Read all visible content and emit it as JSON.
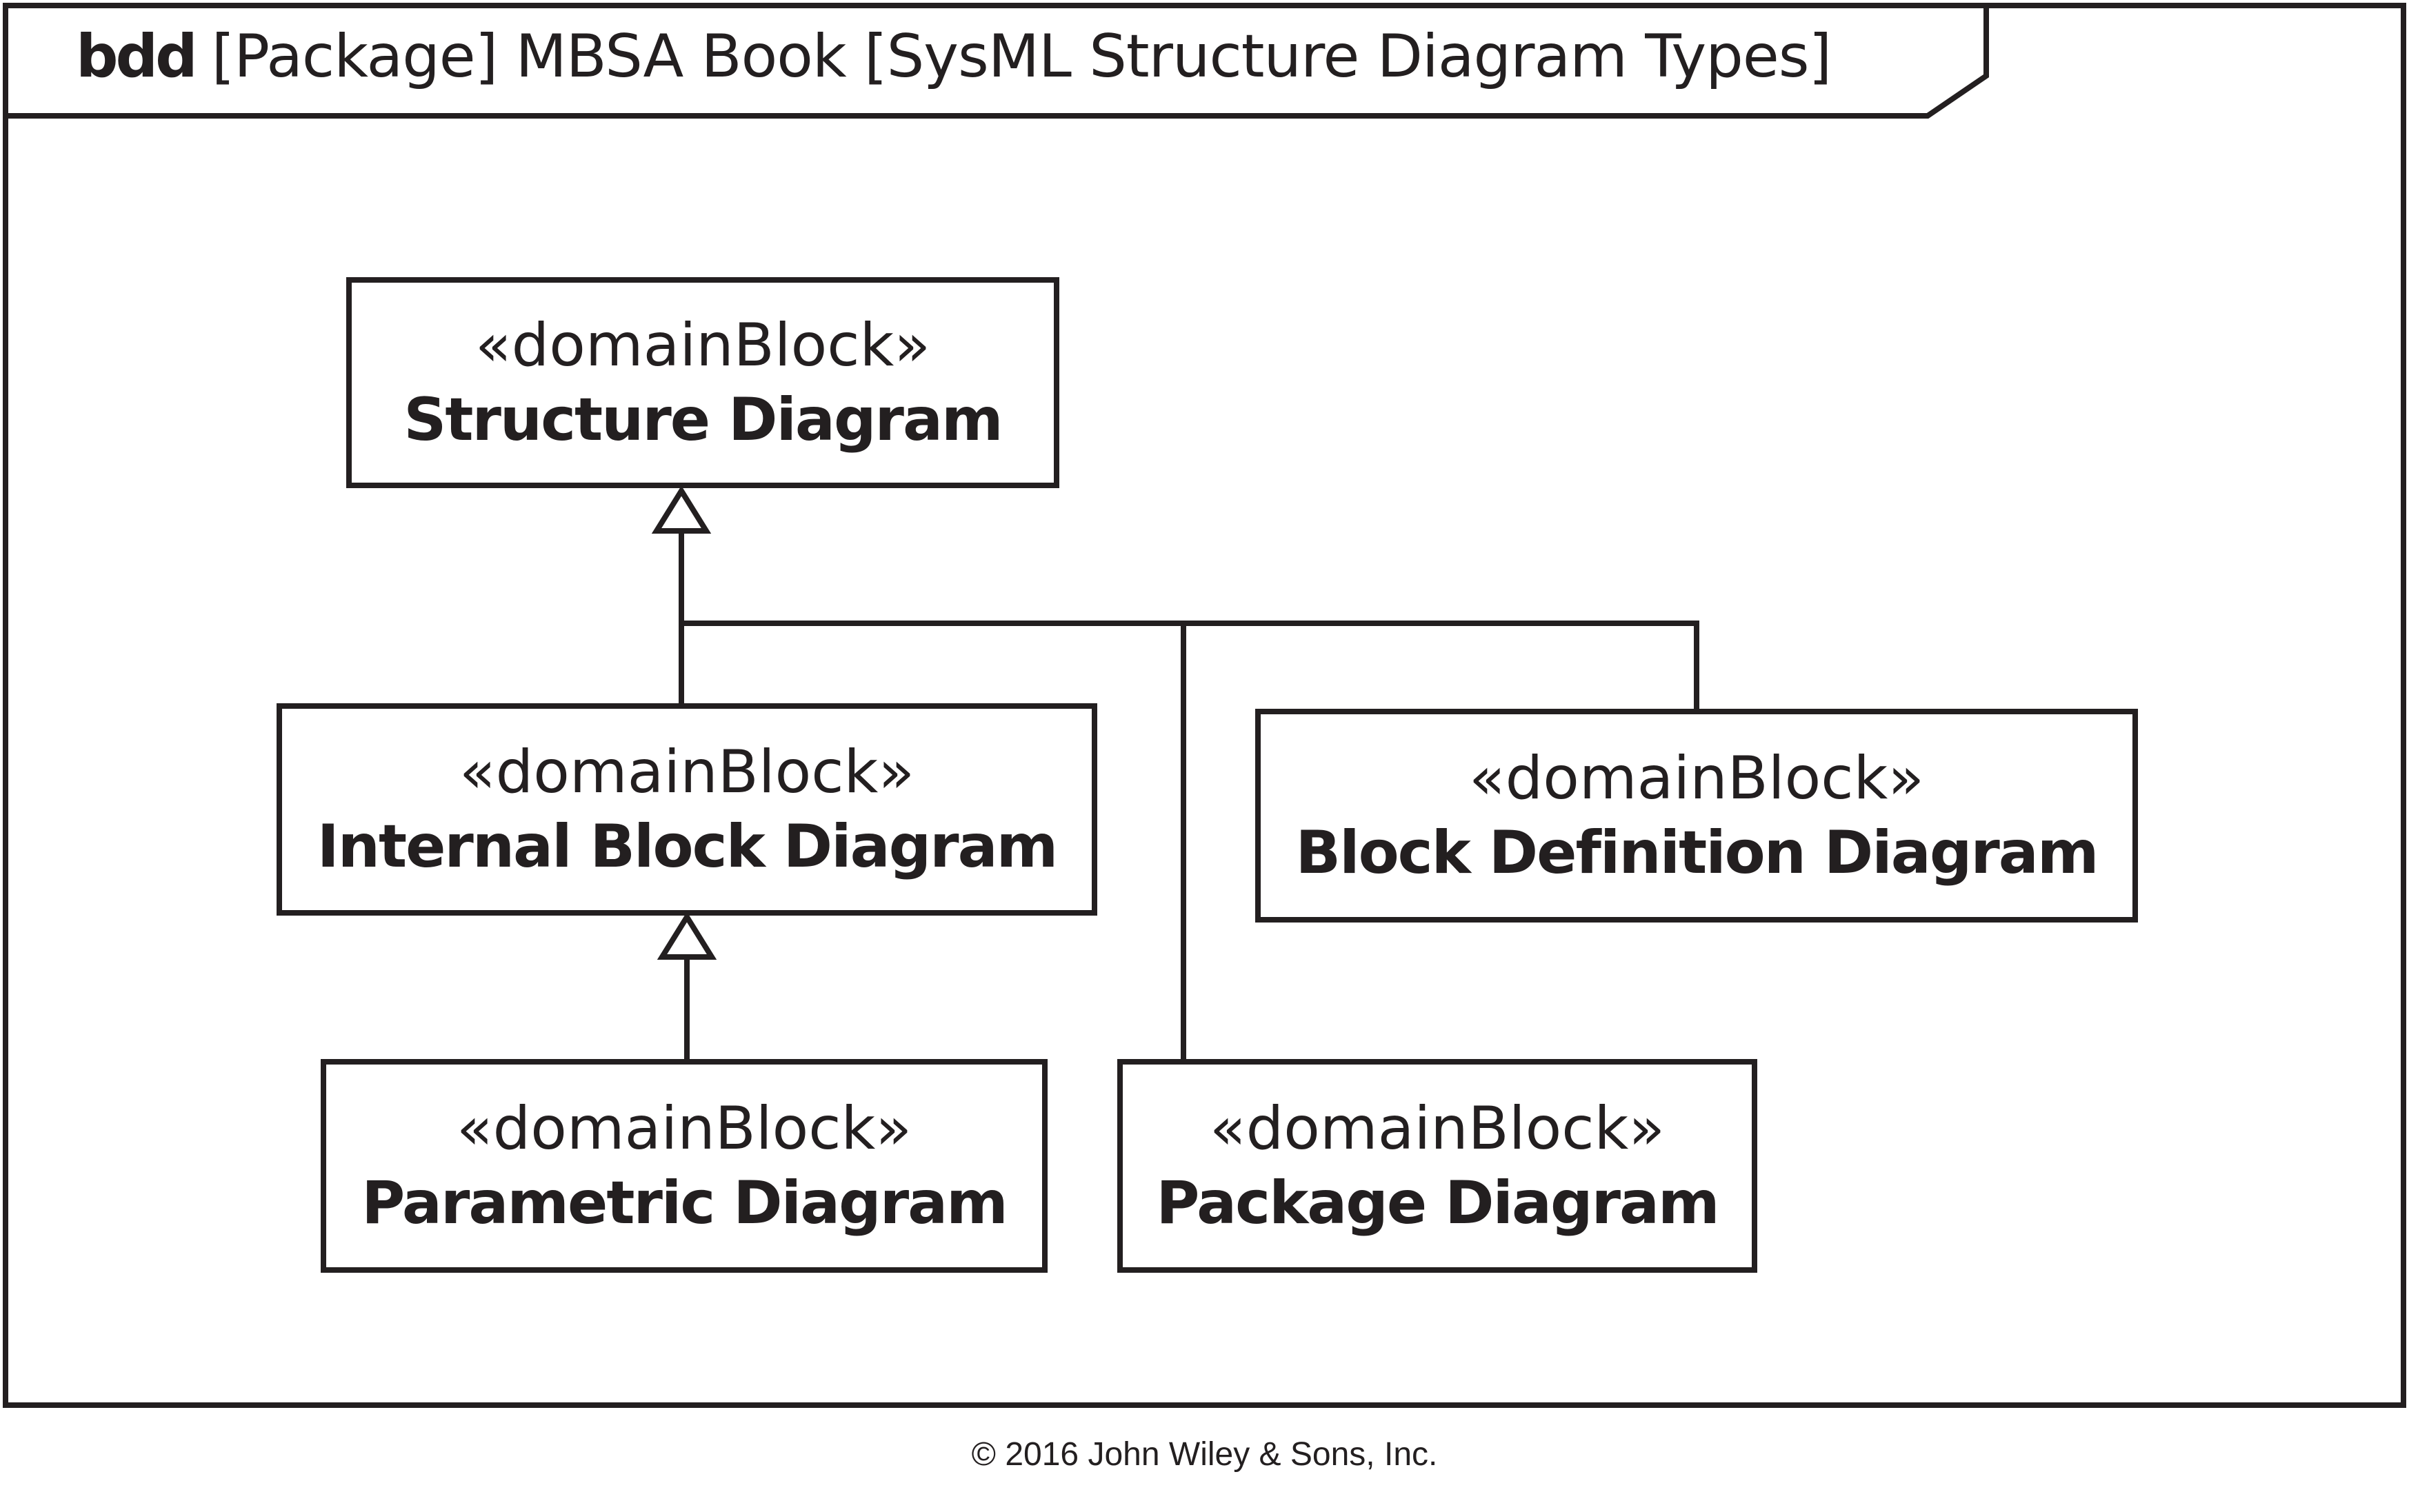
{
  "frame": {
    "kind": "bdd",
    "header": "[Package] MBSA Book [SysML Structure Diagram Types]"
  },
  "blocks": {
    "structure": {
      "stereotype": "«domainBlock»",
      "name": "Structure Diagram"
    },
    "internal": {
      "stereotype": "«domainBlock»",
      "name": "Internal Block Diagram"
    },
    "definition": {
      "stereotype": "«domainBlock»",
      "name": "Block Definition Diagram"
    },
    "parametric": {
      "stereotype": "«domainBlock»",
      "name": "Parametric Diagram"
    },
    "package": {
      "stereotype": "«domainBlock»",
      "name": "Package Diagram"
    }
  },
  "relationships": [
    {
      "type": "generalization",
      "from": "Internal Block Diagram",
      "to": "Structure Diagram"
    },
    {
      "type": "generalization",
      "from": "Package Diagram",
      "to": "Structure Diagram"
    },
    {
      "type": "generalization",
      "from": "Block Definition Diagram",
      "to": "Structure Diagram"
    },
    {
      "type": "generalization",
      "from": "Parametric Diagram",
      "to": "Internal Block Diagram"
    }
  ],
  "copyright": "© 2016 John Wiley & Sons, Inc."
}
